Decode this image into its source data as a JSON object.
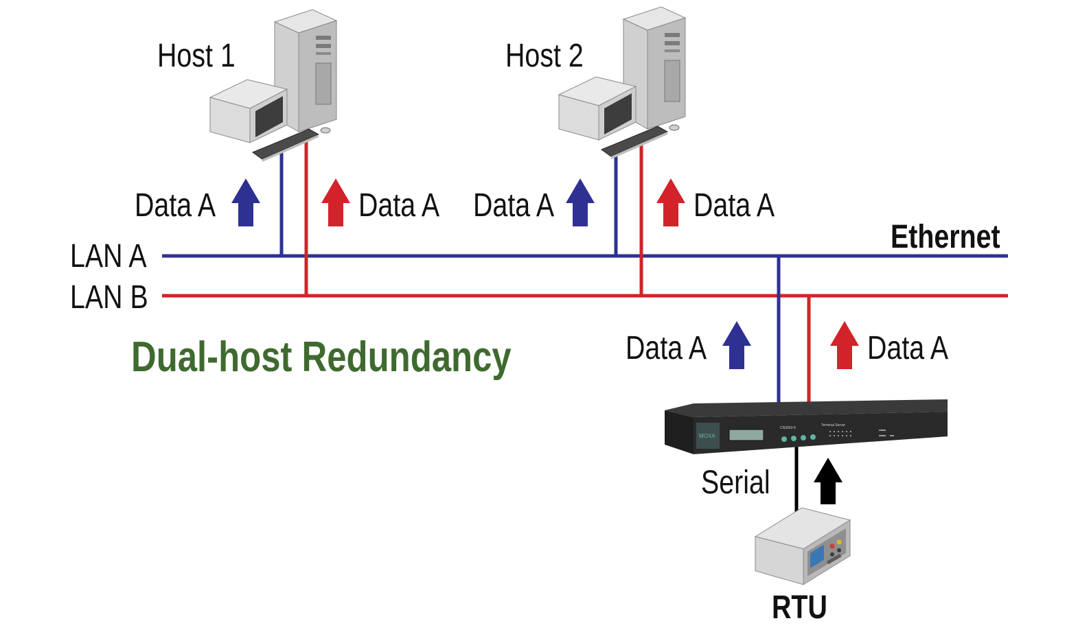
{
  "hosts": [
    {
      "label": "Host 1"
    },
    {
      "label": "Host 2"
    }
  ],
  "networks": {
    "lan_a": {
      "label": "LAN A",
      "color": "#2e3192"
    },
    "lan_b": {
      "label": "LAN B",
      "color": "#d2232a"
    },
    "medium_label": "Ethernet"
  },
  "title": {
    "text": "Dual-host Redundancy",
    "color": "#3f6a2f"
  },
  "data_labels": {
    "host1_lan_a": "Data A",
    "host1_lan_b": "Data A",
    "host2_lan_a": "Data A",
    "host2_lan_b": "Data A",
    "server_lan_a": "Data A",
    "server_lan_b": "Data A"
  },
  "serial": {
    "label": "Serial",
    "color": "#000000"
  },
  "rtu": {
    "label": "RTU"
  },
  "device": {
    "brand": "MOXA",
    "model": "CN2650-8",
    "panel_title": "Terminal Server"
  }
}
